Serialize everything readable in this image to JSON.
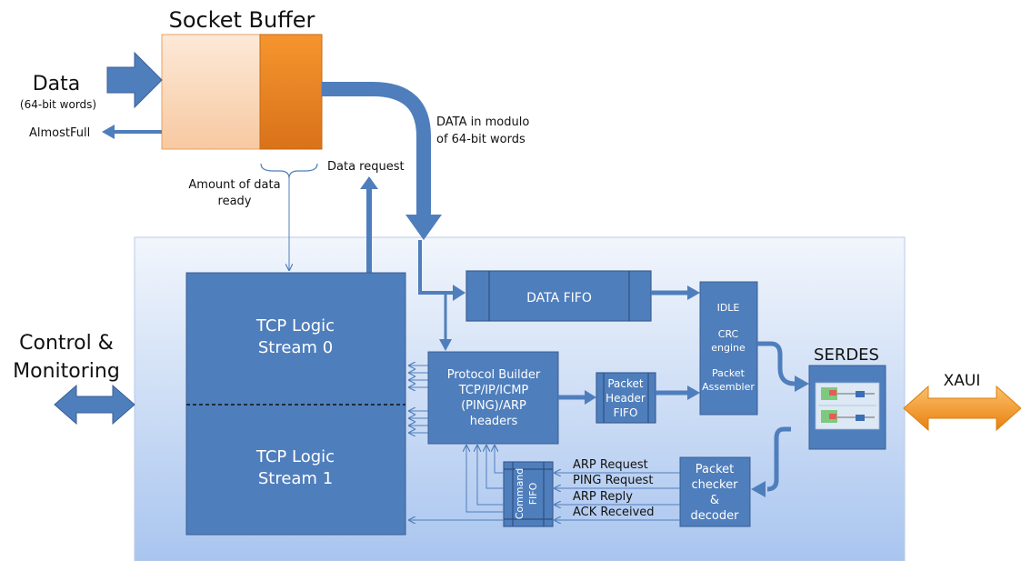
{
  "socket_buffer": {
    "title": "Socket Buffer"
  },
  "inputs": {
    "data_label": "Data",
    "data_sublabel": "(64-bit words)",
    "almost_full": "AlmostFull",
    "amount_ready_1": "Amount of data",
    "amount_ready_2": "ready",
    "data_request": "Data request",
    "data_modulo_1": "DATA in modulo",
    "data_modulo_2": "of 64-bit words"
  },
  "control": {
    "line1": "Control &",
    "line2": "Monitoring"
  },
  "tcp": {
    "stream0_line1": "TCP Logic",
    "stream0_line2": "Stream 0",
    "stream1_line1": "TCP Logic",
    "stream1_line2": "Stream 1"
  },
  "data_fifo": {
    "label": "DATA FIFO"
  },
  "protocol_builder": {
    "line1": "Protocol Builder",
    "line2": "TCP/IP/ICMP",
    "line3": "(PING)/ARP",
    "line4": "headers"
  },
  "packet_header_fifo": {
    "line1": "Packet",
    "line2": "Header",
    "line3": "FIFO"
  },
  "assembler": {
    "idle": "IDLE",
    "crc1": "CRC",
    "crc2": "engine",
    "packet1": "Packet",
    "packet2": "Assembler"
  },
  "serdes": {
    "label": "SERDES"
  },
  "xaui": {
    "label": "XAUI"
  },
  "command_fifo": {
    "line1": "Command",
    "line2": "FIFO"
  },
  "packet_checker": {
    "line1": "Packet",
    "line2": "checker",
    "line3": "&",
    "line4": "decoder"
  },
  "signals": {
    "arp_request": "ARP Request",
    "ping_request": "PING Request",
    "arp_reply": "ARP Reply",
    "ack_received": "ACK Received"
  },
  "colors": {
    "block": "#4f7ebc",
    "block_border": "#3a5f95",
    "arrow": "#4f7ebc",
    "panel_top": "#eef3fb",
    "panel_bottom": "#a8c4ee",
    "buffer_light": "#fbe2cc",
    "buffer_orange": "#f28c28",
    "xaui_orange": "#f39a2c"
  }
}
